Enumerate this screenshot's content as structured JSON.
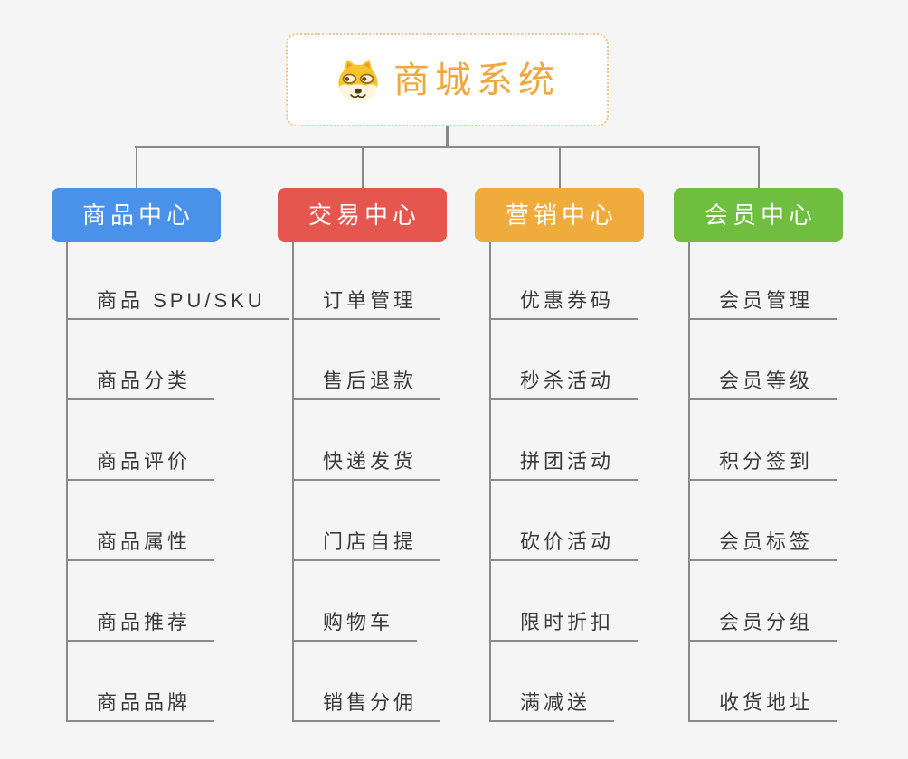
{
  "page": {
    "background": "#f5f5f5",
    "connector_color": "#8a8a8a"
  },
  "root": {
    "title": "商城系统",
    "icon": "dog-icon",
    "text_color": "#f0a73e",
    "border_color": "#f2c27e"
  },
  "branches": [
    {
      "id": "product",
      "label": "商品中心",
      "color": "#4a91e9",
      "children": [
        "商品 SPU/SKU",
        "商品分类",
        "商品评价",
        "商品属性",
        "商品推荐",
        "商品品牌"
      ]
    },
    {
      "id": "trade",
      "label": "交易中心",
      "color": "#e5564f",
      "children": [
        "订单管理",
        "售后退款",
        "快递发货",
        "门店自提",
        "购物车",
        "销售分佣"
      ]
    },
    {
      "id": "marketing",
      "label": "营销中心",
      "color": "#efac3c",
      "children": [
        "优惠券码",
        "秒杀活动",
        "拼团活动",
        "砍价活动",
        "限时折扣",
        "满减送"
      ]
    },
    {
      "id": "member",
      "label": "会员中心",
      "color": "#6fbe40",
      "children": [
        "会员管理",
        "会员等级",
        "积分签到",
        "会员标签",
        "会员分组",
        "收货地址"
      ]
    }
  ]
}
